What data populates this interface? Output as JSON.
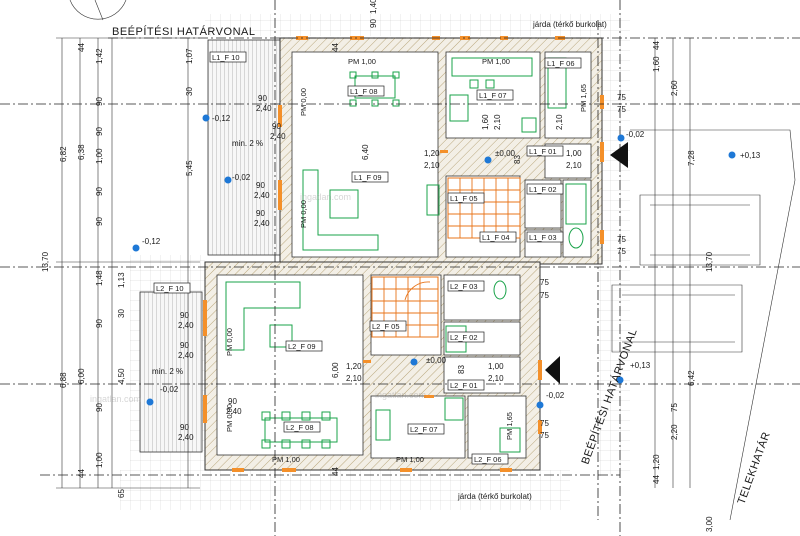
{
  "labels": {
    "boundary_top": "BEÉPÍTÉSI HATÁRVONAL",
    "boundary_right": "BEÉPÍTÉSI HATÁRVONAL",
    "plot_edge": "TELEKHATÁR",
    "sidewalk_top": "járda (térkő burkolat)",
    "sidewalk_bottom": "járda (térkő burkolat)",
    "slope_top": "min. 2 %",
    "slope_bottom": "min. 2 %",
    "level_zero_1": "±0,00",
    "level_zero_2": "±0,00",
    "level_m012_a": "-0,12",
    "level_m012_b": "-0,12",
    "level_m002_a": "-0,02",
    "level_m002_b": "-0,02",
    "level_m002_c": "-0,02",
    "level_m002_d": "-0,02",
    "level_p013_a": "+0,13",
    "level_p013_b": "+0,13"
  },
  "rooms": {
    "l1_f10": "L1_F 10",
    "l1_f08": "L1_F 08",
    "l1_f09": "L1_F 09",
    "l1_f07": "L1_F 07",
    "l1_f06": "L1_F 06",
    "l1_f01": "L1_F 01",
    "l1_f02": "L1_F 02",
    "l1_f05": "L1_F 05",
    "l1_f04": "L1_F 04",
    "l1_f03": "L1_F 03",
    "l2_f10": "L2_F 10",
    "l2_f09": "L2_F 09",
    "l2_f08": "L2_F 08",
    "l2_f05": "L2_F 05",
    "l2_f03": "L2_F 03",
    "l2_f02": "L2_F 02",
    "l2_f01": "L2_F 01",
    "l2_f07": "L2_F 07",
    "l2_f06": "L2_F 06"
  },
  "pm": {
    "pm100_top1": "PM 1,00",
    "pm100_top2": "PM 1,00",
    "pm100_bot1": "PM 1,00",
    "pm100_bot2": "PM 1,00",
    "pm000_a": "PM 0,00",
    "pm000_b": "PM 0,00",
    "pm000_c": "PM 0,00",
    "pm000_d": "PM 0,00",
    "pm165_a": "PM 1,65",
    "pm165_b": "PM 1,65"
  },
  "left_dims": {
    "total": "13,70",
    "upper": "6,82",
    "lower": "6,88",
    "upper_inner": "6,38",
    "lower_inner": "6,00",
    "d545": "5,45",
    "d450": "4,50",
    "d113": "1,13",
    "d148": "1,48",
    "d142": "1,42",
    "d107": "1,07",
    "d100a": "1,00",
    "d100b": "1,00",
    "d90a": "90",
    "d90b": "90",
    "d90c": "90",
    "d90d": "90",
    "d90e": "90",
    "d90f": "90",
    "d44a": "44",
    "d44b": "44",
    "d30a": "30",
    "d30b": "30",
    "d65": "65"
  },
  "win_dims": {
    "w1a": "90",
    "w1b": "2,40",
    "w2a": "90",
    "w2b": "2,40",
    "w3a": "90",
    "w3b": "2,40",
    "w4a": "90",
    "w4b": "2,40",
    "w5a": "90",
    "w5b": "2,40",
    "w6a": "90",
    "w6b": "2,40",
    "w7a": "90",
    "w7b": "2,40",
    "w8a": "90",
    "w8b": "2,40",
    "d120a": "1,20",
    "d210a": "2,10",
    "d120b": "1,20",
    "d210b": "2,10",
    "d100c": "1,00",
    "d210c": "2,10",
    "d100d": "1,00",
    "d210d": "2,10",
    "d75a": "75",
    "d75b": "75",
    "d75c": "75",
    "d75d": "75",
    "d75e": "75",
    "d75f": "75",
    "d75g": "75",
    "d75h": "75",
    "d160": "1,60",
    "d210e": "2,10",
    "d210f": "2,10",
    "d640": "6,40",
    "d600": "6,00",
    "d83a": "83",
    "d83b": "83",
    "d90g": "90",
    "d140": "1,40",
    "d44c": "44",
    "d44d": "44"
  },
  "right_dims": {
    "r728": "7,28",
    "r642": "6,42",
    "r1370": "13,70",
    "r160": "1,60",
    "r260": "2,60",
    "r220": "2,20",
    "r120": "1,20",
    "r300": "3,00",
    "r44a": "44",
    "r44b": "44",
    "r75": "75"
  },
  "watermarks": {
    "wm1": "ingatlan.com",
    "wm2": "ingatlan.com",
    "wm3": "ingatlan.com"
  }
}
